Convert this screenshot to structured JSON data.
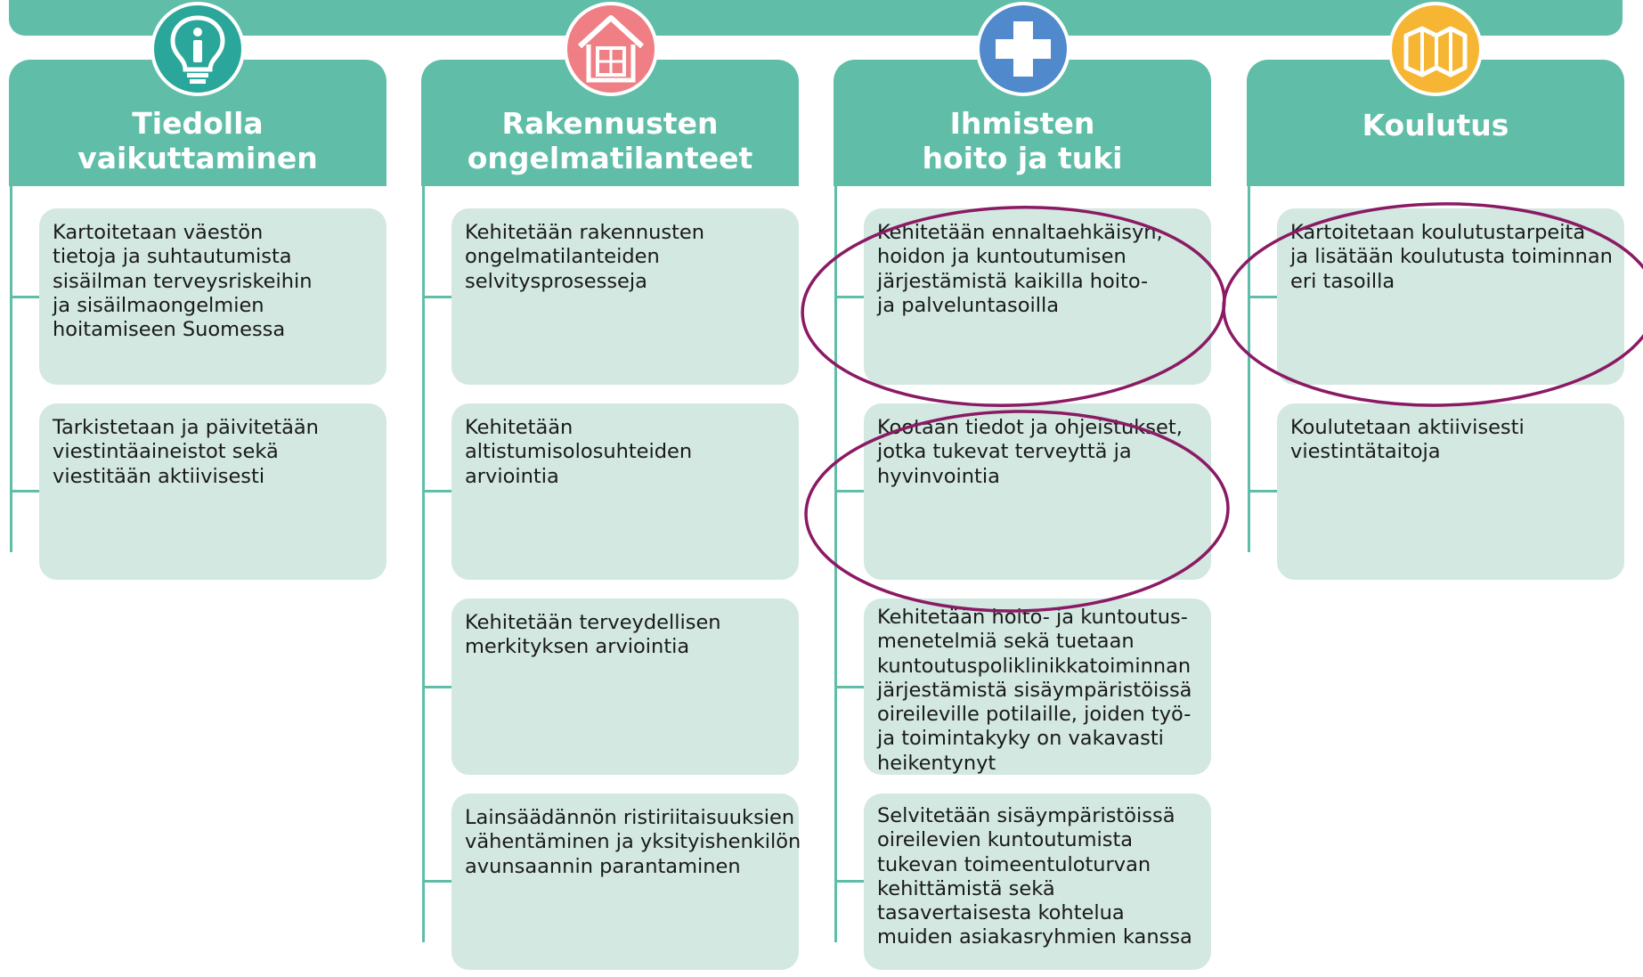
{
  "colors": {
    "teal": "#5fbda8",
    "box_fill": "#d2e8e0",
    "highlight_ellipse": "#8b1a64",
    "icon_info": "#2aa69a",
    "icon_building": "#ef7f85",
    "icon_health": "#5089cc",
    "icon_map": "#f6b633"
  },
  "columns": [
    {
      "icon": "lightbulb-info-icon",
      "title_lines": [
        "Tiedolla",
        "vaikuttaminen"
      ],
      "items": [
        {
          "lines": [
            "Kartoitetaan väestön",
            "tietoja ja suhtautumista",
            "sisäilman terveysriskeihin",
            "ja sisäilmaongelmien",
            "hoitamiseen Suomessa"
          ]
        },
        {
          "lines": [
            "Tarkistetaan ja päivitetään",
            "viestintäaineistot sekä",
            "viestitään aktiivisesti"
          ]
        }
      ]
    },
    {
      "icon": "house-icon",
      "title_lines": [
        "Rakennusten",
        "ongelmatilanteet"
      ],
      "items": [
        {
          "lines": [
            "Kehitetään rakennusten",
            "ongelmatilanteiden",
            "selvitysprosesseja"
          ]
        },
        {
          "lines": [
            "Kehitetään",
            "altistumisolosuhteiden",
            "arviointia"
          ]
        },
        {
          "lines": [
            "Kehitetään terveydellisen",
            "merkityksen arviointia"
          ]
        },
        {
          "lines": [
            "Lainsäädännön ristiriitaisuuksien",
            "vähentäminen ja yksityishenkilön",
            "avunsaannin parantaminen"
          ]
        }
      ]
    },
    {
      "icon": "medical-cross-icon",
      "title_lines": [
        "Ihmisten",
        "hoito ja tuki"
      ],
      "items": [
        {
          "lines": [
            "Kehitetään ennaltaehkäisyn,",
            "hoidon ja kuntoutumisen",
            "järjestämistä kaikilla hoito-",
            "ja palveluntasoilla"
          ]
        },
        {
          "lines": [
            "Kootaan tiedot ja ohjeistukset,",
            "jotka tukevat terveyttä ja",
            "hyvinvointia"
          ]
        },
        {
          "lines": [
            "Kehitetään hoito- ja kuntoutus-",
            "menetelmiä sekä tuetaan",
            "kuntoutuspoliklinikkatoiminnan",
            "järjestämistä sisäympäristöissä",
            "oireileville potilaille, joiden työ-",
            "ja toimintakyky on vakavasti",
            "heikentynyt"
          ]
        },
        {
          "lines": [
            "Selvitetään sisäympäristöissä",
            "oireilevien kuntoutumista",
            "tukevan toimeentuloturvan",
            "kehittämistä sekä",
            "tasavertaisesta kohtelua",
            "muiden asiakasryhmien kanssa"
          ]
        }
      ]
    },
    {
      "icon": "map-icon",
      "title_lines": [
        "Koulutus"
      ],
      "items": [
        {
          "lines": [
            "Kartoitetaan koulutustarpeita",
            "ja lisätään koulutusta toiminnan",
            "eri tasoilla"
          ]
        },
        {
          "lines": [
            "Koulutetaan aktiivisesti",
            "viestintätaitoja"
          ]
        }
      ]
    }
  ]
}
